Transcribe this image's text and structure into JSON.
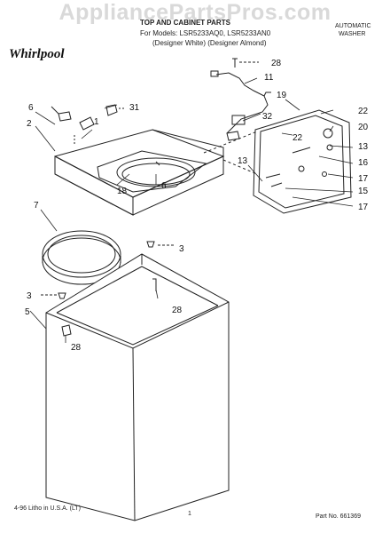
{
  "watermark": "AppliancePartsPros.com",
  "header": {
    "line1": "TOP AND CABINET PARTS",
    "line2": "For Models: LSR5233AQ0, LSR5233AN0",
    "line3": "(Designer White) (Designer Almond)",
    "product_line1": "AUTOMATIC",
    "product_line2": "WASHER",
    "brand": "Whirlpool"
  },
  "callouts": {
    "c28_top": "28",
    "c11": "11",
    "c31": "31",
    "c6_left": "6",
    "c1": "1",
    "c2": "2",
    "c32": "32",
    "c19": "19",
    "c22_right": "22",
    "c20": "20",
    "c22_inner": "22",
    "c13_right": "13",
    "c17_a": "17",
    "c16": "16",
    "c13_mid": "13",
    "c15": "15",
    "c17_b": "17",
    "c18": "18",
    "c6_top": "6",
    "c7": "7",
    "c3_right": "3",
    "c28_mid": "28",
    "c3_left": "3",
    "c5": "5",
    "c28_bottom": "28"
  },
  "footer": {
    "left": "4-96 Litho in U.S.A. (LT)",
    "page": "1",
    "part_no": "Part No. 661369"
  }
}
